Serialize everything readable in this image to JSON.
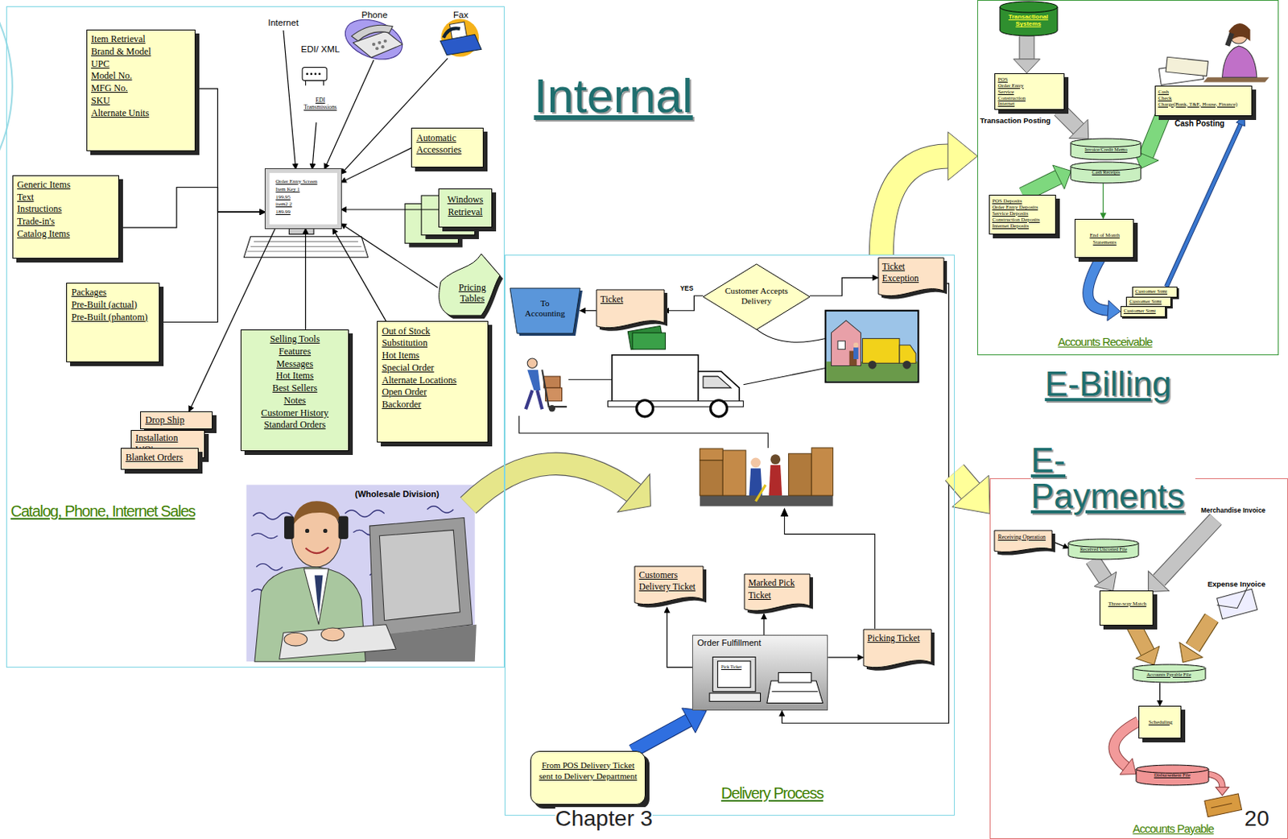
{
  "diagram": {
    "nodes": [
      {
        "text": [
          "Catalog, Phone, Internet Sales"
        ]
      },
      {
        "text": [
          "Internet"
        ],
        "in": 0
      },
      {
        "text": [
          "EDI/ XML",
          "EDI Transmissions"
        ],
        "in": 0
      },
      {
        "text": [
          "Phone"
        ],
        "in": 0
      },
      {
        "text": [
          "Fax"
        ],
        "in": 0
      },
      {
        "text": [
          "Item Retrieval",
          "Brand & Model",
          "UPC",
          "Model No.",
          "MFG No.",
          "SKU",
          "Alternate Units"
        ],
        "in": 0
      },
      {
        "text": [
          "Order Entry Screen",
          "Item Key 1",
          "199.95",
          "item2 2",
          "189.99"
        ],
        "in": 0
      },
      {
        "text": [
          "Automatic Accessories"
        ],
        "in": 0
      },
      {
        "text": [
          "Generic Items",
          "Text",
          "Instructions",
          "Trade-in's",
          "Catalog Items"
        ],
        "in": 0
      },
      {
        "text": [
          "Windows Retrieval"
        ],
        "in": 0
      },
      {
        "text": [
          "Pricing Tables"
        ],
        "in": 0
      },
      {
        "text": [
          "Packages",
          "Pre-Built (actual)",
          "Pre-Built (phantom)"
        ],
        "in": 0
      },
      {
        "text": [
          "Selling Tools",
          "Features",
          "Messages",
          "Hot Items",
          "Best Sellers",
          "Notes",
          "Customer History",
          "Standard Orders"
        ],
        "in": 0
      },
      {
        "text": [
          "Out of Stock",
          "Substitution",
          "Hot Items",
          "Special Order",
          "Alternate Locations",
          "Open Order",
          "Backorder"
        ],
        "in": 0
      },
      {
        "text": [
          "Drop Ship"
        ],
        "in": 0
      },
      {
        "text": [
          "Installation WO's"
        ],
        "in": 0
      },
      {
        "text": [
          "Blanket Orders"
        ],
        "in": 0
      },
      {
        "text": [
          "Delivery Process"
        ]
      },
      {
        "text": [
          "To Accounting"
        ],
        "in": 17
      },
      {
        "text": [
          "Ticket"
        ],
        "in": 17
      },
      {
        "text": [
          "Customer Accepts Delivery"
        ],
        "in": 17
      },
      {
        "text": [
          "Ticket Exception"
        ],
        "in": 17
      },
      {
        "text": [
          "Customers Delivery Ticket"
        ],
        "in": 17
      },
      {
        "text": [
          "Marked Pick Ticket"
        ],
        "in": 17
      },
      {
        "text": [
          "Order Fulfillment",
          "Pick Ticket"
        ],
        "in": 17
      },
      {
        "text": [
          "Picking Ticket"
        ],
        "in": 17
      },
      {
        "text": [
          "From POS Delivery Ticket sent to Delivery Department"
        ],
        "in": 17
      },
      {
        "text": [
          "Accounts Receivable"
        ]
      },
      {
        "text": [
          "Transactional Systems"
        ],
        "in": 27
      },
      {
        "text": [
          "POS",
          "Order Entry",
          "Service",
          "Construction",
          "Internet"
        ],
        "in": 27
      },
      {
        "text": [
          "Cash",
          "Check",
          "Charge(Bank, T&E, House, Finance)"
        ],
        "in": 27
      },
      {
        "text": [
          "Invoice/Credit Memo"
        ],
        "in": 27
      },
      {
        "text": [
          "Cash Receipts"
        ],
        "in": 27
      },
      {
        "text": [
          "POS Deposits",
          "Order Entry Deposits",
          "Service Deposits",
          "Construction Deposits",
          "Internet Deposits"
        ],
        "in": 27
      },
      {
        "text": [
          "End of Month Statements"
        ],
        "in": 27
      },
      {
        "text": [
          "Customer Stmt"
        ],
        "in": 27
      },
      {
        "text": [
          "Customer Stmt"
        ],
        "in": 27
      },
      {
        "text": [
          "Customer Stmt"
        ],
        "in": 27
      },
      {
        "text": [
          "Accounts Payable"
        ]
      },
      {
        "text": [
          "Receiving Operation"
        ],
        "in": 38
      },
      {
        "text": [
          "Received Uncosted File"
        ],
        "in": 38
      },
      {
        "text": [
          "Three-way Match"
        ],
        "in": 38
      },
      {
        "text": [
          "Accounts Payable File"
        ],
        "in": 38
      },
      {
        "text": [
          "Scheduling"
        ],
        "in": 38
      },
      {
        "text": [
          "Disbursement File"
        ],
        "in": 38
      }
    ],
    "edges": [
      {
        "from": 5,
        "to": 6,
        "arrow": "to"
      },
      {
        "from": 8,
        "to": 6,
        "arrow": "to"
      },
      {
        "from": 11,
        "to": 6,
        "arrow": "to"
      },
      {
        "from": 7,
        "to": 6,
        "arrow": "to"
      },
      {
        "from": 9,
        "to": 6,
        "arrow": "to"
      },
      {
        "from": 10,
        "to": 6,
        "arrow": "to"
      },
      {
        "from": 12,
        "to": 6,
        "arrow": "to"
      },
      {
        "from": 13,
        "to": 6,
        "arrow": "to"
      },
      {
        "from": 6,
        "to": 14,
        "arrow": "to"
      },
      {
        "from": 1,
        "to": 6,
        "arrow": "to"
      },
      {
        "from": 2,
        "to": 6,
        "arrow": "to"
      },
      {
        "from": 3,
        "to": 6,
        "arrow": "to"
      },
      {
        "from": 4,
        "to": 6,
        "arrow": "to"
      },
      {
        "from": 20,
        "to": 19,
        "label": "YES",
        "arrow": "to"
      },
      {
        "from": 19,
        "to": 18,
        "arrow": "to"
      },
      {
        "from": 20,
        "to": 21,
        "arrow": "to"
      },
      {
        "from": 21,
        "to": 24,
        "arrow": "to"
      },
      {
        "from": 24,
        "to": 22,
        "arrow": "to"
      },
      {
        "from": 24,
        "to": 23,
        "arrow": "to"
      },
      {
        "from": 24,
        "to": 25,
        "arrow": "to"
      },
      {
        "from": 26,
        "to": 24,
        "arrow": "to"
      },
      {
        "from": 17,
        "to": 27,
        "arrow": "to"
      },
      {
        "from": 17,
        "to": 38,
        "arrow": "to"
      },
      {
        "from": 28,
        "to": 29,
        "arrow": "to"
      },
      {
        "from": 29,
        "to": 31,
        "arrow": "to"
      },
      {
        "from": 30,
        "to": 32,
        "arrow": "to"
      },
      {
        "from": 33,
        "to": 32,
        "arrow": "to"
      },
      {
        "from": 32,
        "to": 34,
        "arrow": "to"
      },
      {
        "from": 34,
        "to": 37,
        "arrow": "to"
      },
      {
        "from": 35,
        "to": 30,
        "arrow": "to"
      },
      {
        "from": 39,
        "to": 40,
        "arrow": "to"
      },
      {
        "from": 40,
        "to": 41,
        "arrow": "to"
      },
      {
        "from": 41,
        "to": 42,
        "arrow": "to"
      },
      {
        "from": 42,
        "to": 43,
        "arrow": "to"
      },
      {
        "from": 43,
        "to": 44,
        "arrow": "to"
      }
    ],
    "labels": [
      "Internal",
      "(Wholesale Division)",
      "Transaction Posting",
      "Cash Posting",
      "E-Billing",
      "E- Payments",
      "Merchandise Invoice",
      "Expense Invoice",
      "Chapter 3",
      "20"
    ]
  }
}
